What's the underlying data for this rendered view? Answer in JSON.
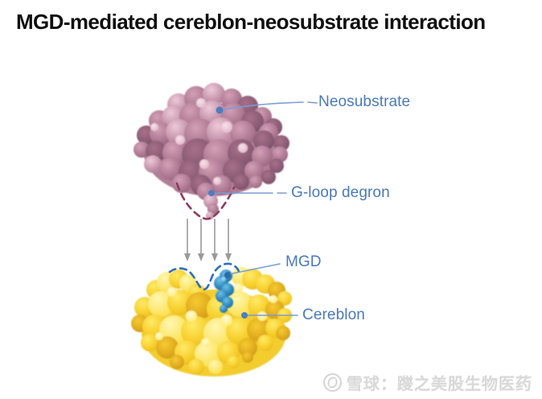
{
  "title": "MGD-mediated cereblon-neosubstrate interaction",
  "diagram": {
    "labels": {
      "neosubstrate": "Neosubstrate",
      "g_loop_degron": "G-loop degron",
      "mgd": "MGD",
      "cereblon": "Cereblon"
    },
    "colors": {
      "label_text": "#4a7abc",
      "leader_line": "#7b9cd4",
      "leader_dot": "#4f7dc0",
      "degron_dash": "#8e3a62",
      "pocket_dash": "#2f6fbd",
      "arrow": "#9a9a9a",
      "neosubstrate_pink": "#b5849b",
      "cereblon_yellow": "#f5d02c",
      "mgd_blue": "#2e8fc0"
    }
  },
  "watermark": {
    "logo_icon": "xueqiu-snowball-icon",
    "text": "雪球：躞之美股生物医药",
    "color": "#d9d9d9"
  }
}
